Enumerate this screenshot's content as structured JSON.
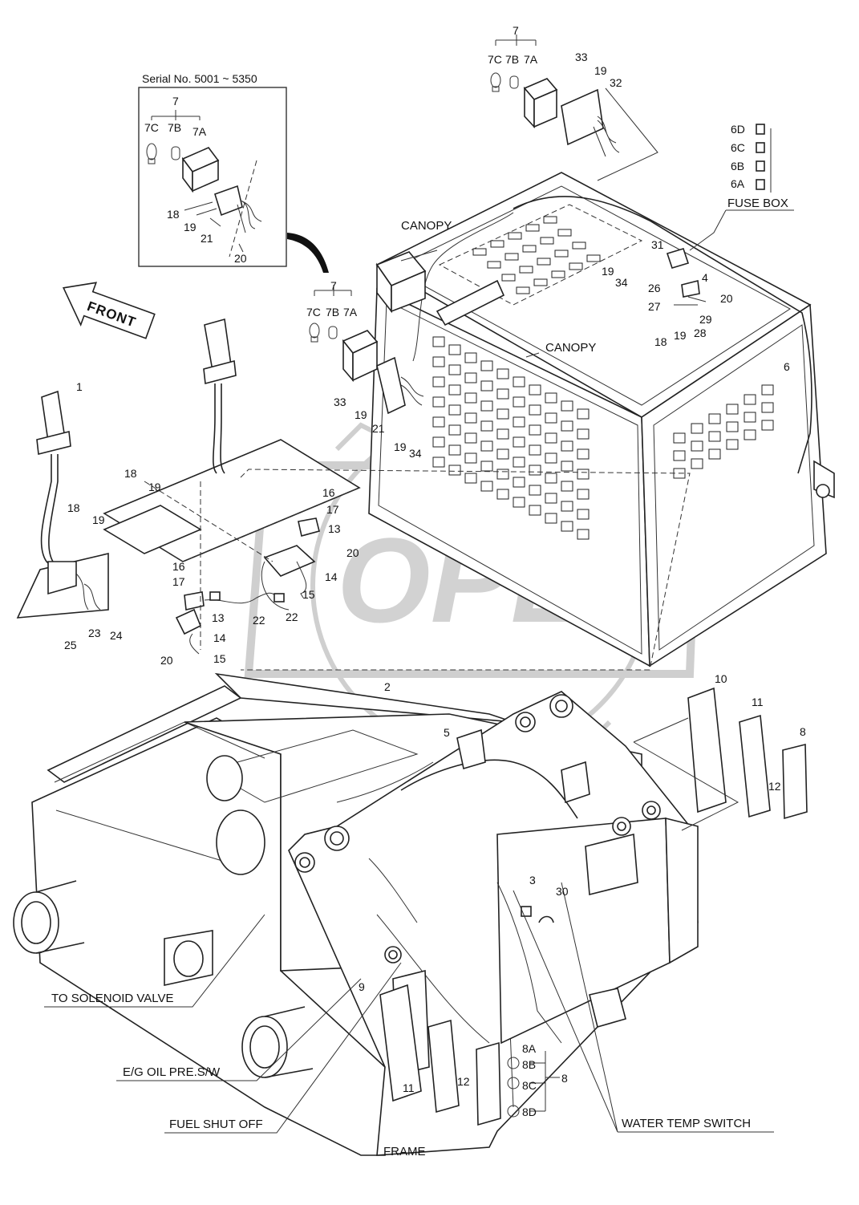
{
  "inset": {
    "title": "Serial No. 5001 ~ 5350"
  },
  "watermark": {
    "text": "OPEX"
  },
  "callouts": {
    "front": "FRONT",
    "canopy_top": "CANOPY",
    "canopy_mid": "CANOPY",
    "fuse_box": "FUSE BOX",
    "to_solenoid": "TO SOLENOID VALVE",
    "eg_oil": "E/G OIL PRE.S/W",
    "fuel_shut": "FUEL SHUT OFF",
    "water_temp": "WATER TEMP SWITCH",
    "frame": "FRAME"
  },
  "part_labels": [
    "7",
    "7C",
    "7B",
    "7A",
    "33",
    "19",
    "32",
    "7",
    "7C",
    "7B",
    "7A",
    "18",
    "19",
    "21",
    "20",
    "6D",
    "6C",
    "6B",
    "6A",
    "31",
    "4",
    "26",
    "27",
    "20",
    "29",
    "18",
    "19",
    "28",
    "19",
    "34",
    "7",
    "7C",
    "7B",
    "7A",
    "33",
    "19",
    "21",
    "19",
    "34",
    "6",
    "1",
    "18",
    "19",
    "18",
    "19",
    "16",
    "17",
    "13",
    "20",
    "14",
    "15",
    "22",
    "22",
    "16",
    "17",
    "13",
    "14",
    "20",
    "15",
    "25",
    "23",
    "24",
    "2",
    "5",
    "10",
    "11",
    "8",
    "12",
    "3",
    "30",
    "9",
    "11",
    "12",
    "8A",
    "8B",
    "8C",
    "8D",
    "8"
  ]
}
